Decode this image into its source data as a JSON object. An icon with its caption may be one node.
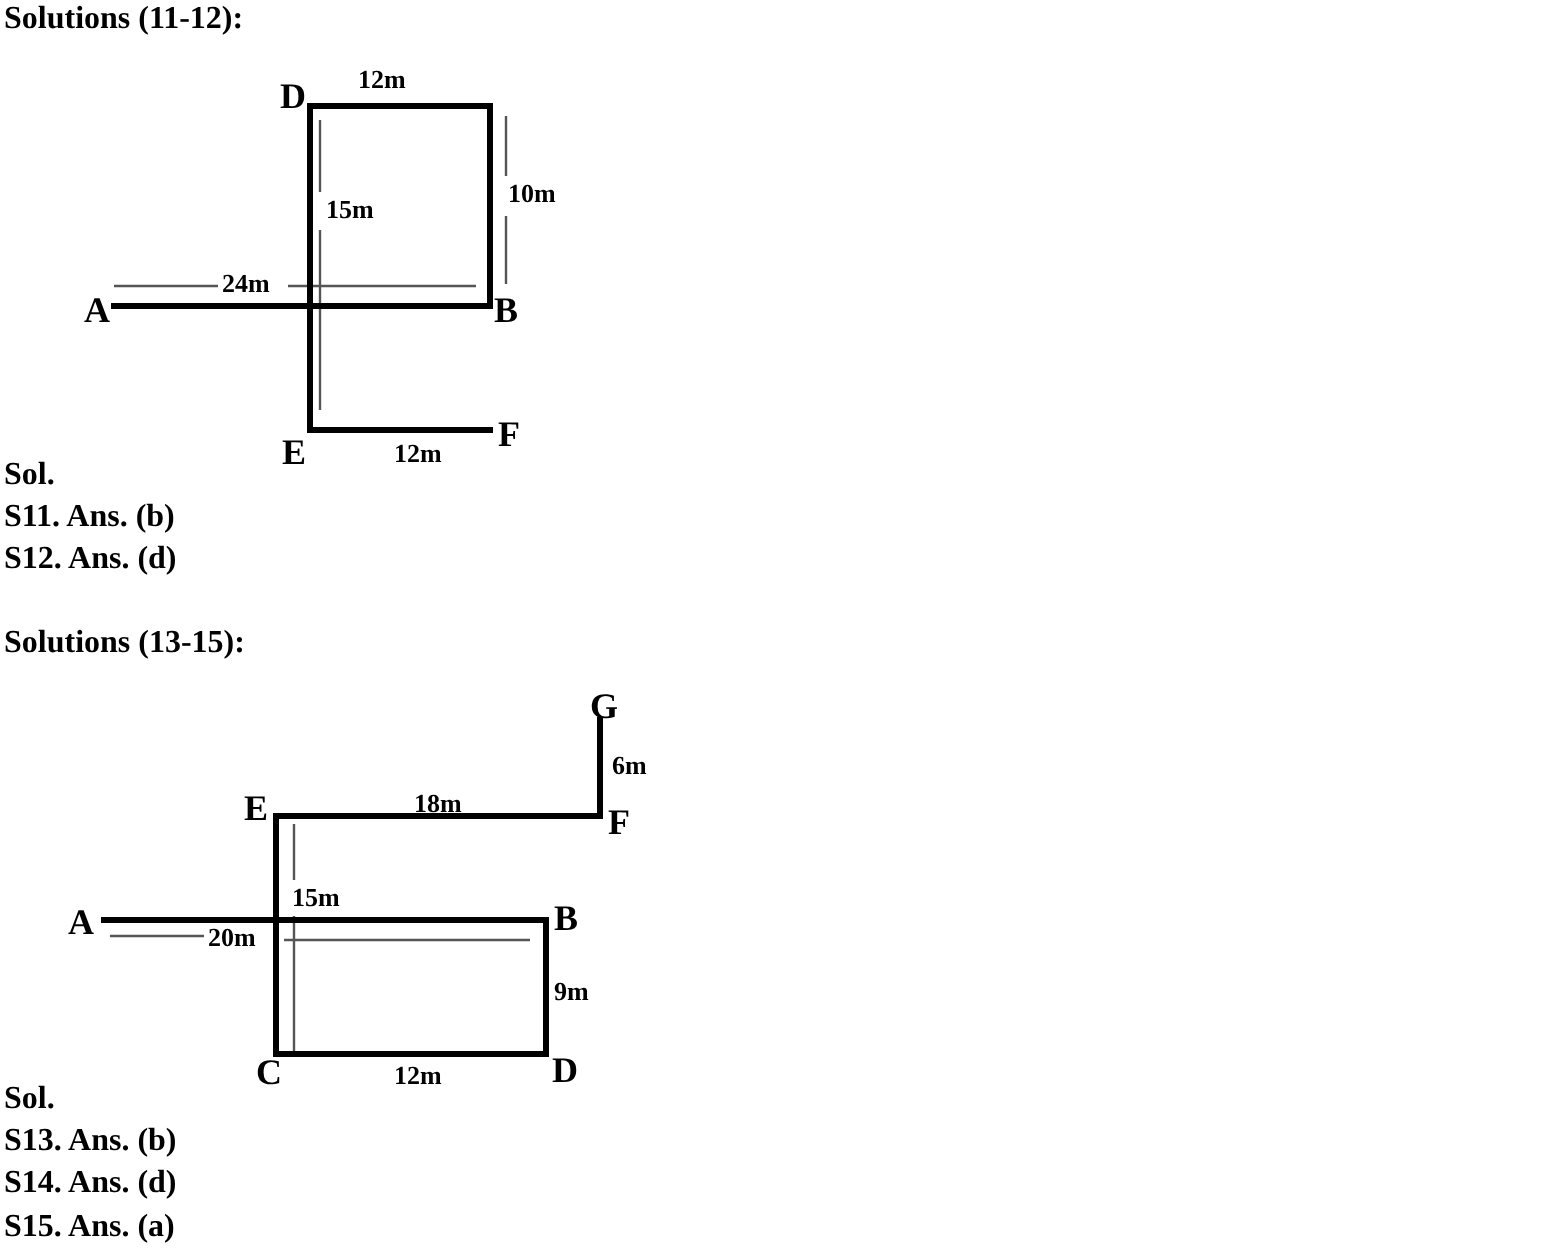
{
  "diagram": {
    "nodes": [
      {
        "text": [
          "A"
        ]
      },
      {
        "text": [
          "B"
        ]
      },
      {
        "text": [
          "D"
        ]
      },
      {
        "text": [
          "E"
        ]
      },
      {
        "text": [
          "F"
        ]
      },
      {
        "text": [
          "A"
        ]
      },
      {
        "text": [
          "B"
        ]
      },
      {
        "text": [
          "C"
        ]
      },
      {
        "text": [
          "D"
        ]
      },
      {
        "text": [
          "E"
        ]
      },
      {
        "text": [
          "F"
        ]
      },
      {
        "text": [
          "G"
        ]
      }
    ],
    "edges": [
      {
        "from": 0,
        "to": 1,
        "arrow": "none"
      },
      {
        "from": 1,
        "to": 2,
        "arrow": "none"
      },
      {
        "from": 2,
        "to": 3,
        "arrow": "none"
      },
      {
        "from": 3,
        "to": 4,
        "arrow": "none"
      },
      {
        "from": 5,
        "to": 6,
        "arrow": "none"
      },
      {
        "from": 6,
        "to": 8,
        "arrow": "none"
      },
      {
        "from": 8,
        "to": 7,
        "arrow": "none"
      },
      {
        "from": 7,
        "to": 9,
        "arrow": "none"
      },
      {
        "from": 9,
        "to": 10,
        "arrow": "none"
      },
      {
        "from": 10,
        "to": 11,
        "arrow": "none"
      }
    ],
    "labels": [
      "Solutions (11-12):",
      "12m",
      "10m",
      "15m",
      "24m",
      "12m",
      "Sol.",
      "S11. Ans. (b)",
      "S12. Ans. (d)",
      "Solutions (13-15):",
      "6m",
      "18m",
      "15m",
      "20m",
      "9m",
      "12m",
      "Sol.",
      "S13. Ans. (b)",
      "S14. Ans. (d)",
      "S15. Ans. (a)"
    ]
  }
}
